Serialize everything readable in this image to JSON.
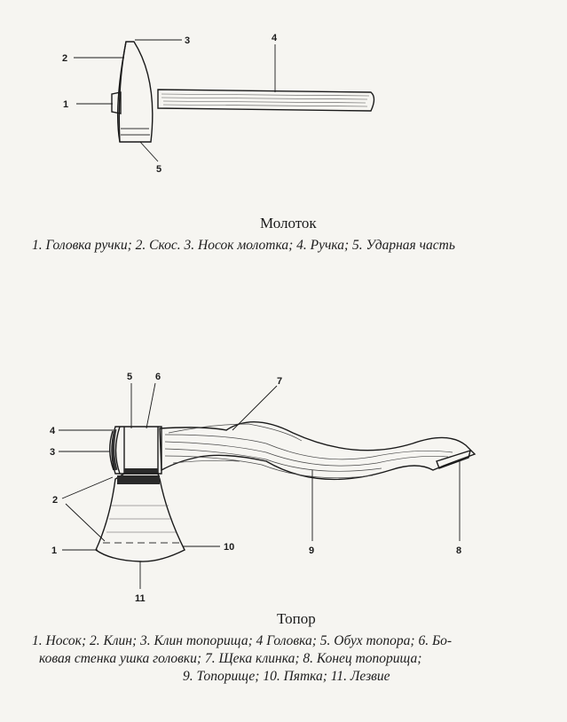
{
  "hammer": {
    "title": "Молоток",
    "caption": "1. Головка ручки; 2. Скос. 3. Носок молотка; 4. Ручка; 5. Ударная часть",
    "labels": {
      "n1": "1",
      "n2": "2",
      "n3": "3",
      "n4": "4",
      "n5": "5"
    }
  },
  "axe": {
    "title": "Топор",
    "caption_lines": [
      "1. Носок; 2. Клин; 3. Клин топорища; 4 Головка; 5. Обух топора; 6. Бо-",
      "ковая стенка ушка головки; 7. Щека клинка; 8. Конец топорища;",
      "9. Топорище; 10. Пятка; 11. Лезвие"
    ],
    "labels": {
      "n1": "1",
      "n2": "2",
      "n3": "3",
      "n4": "4",
      "n5": "5",
      "n6": "6",
      "n7": "7",
      "n8": "8",
      "n9": "9",
      "n10": "10",
      "n11": "11"
    }
  }
}
